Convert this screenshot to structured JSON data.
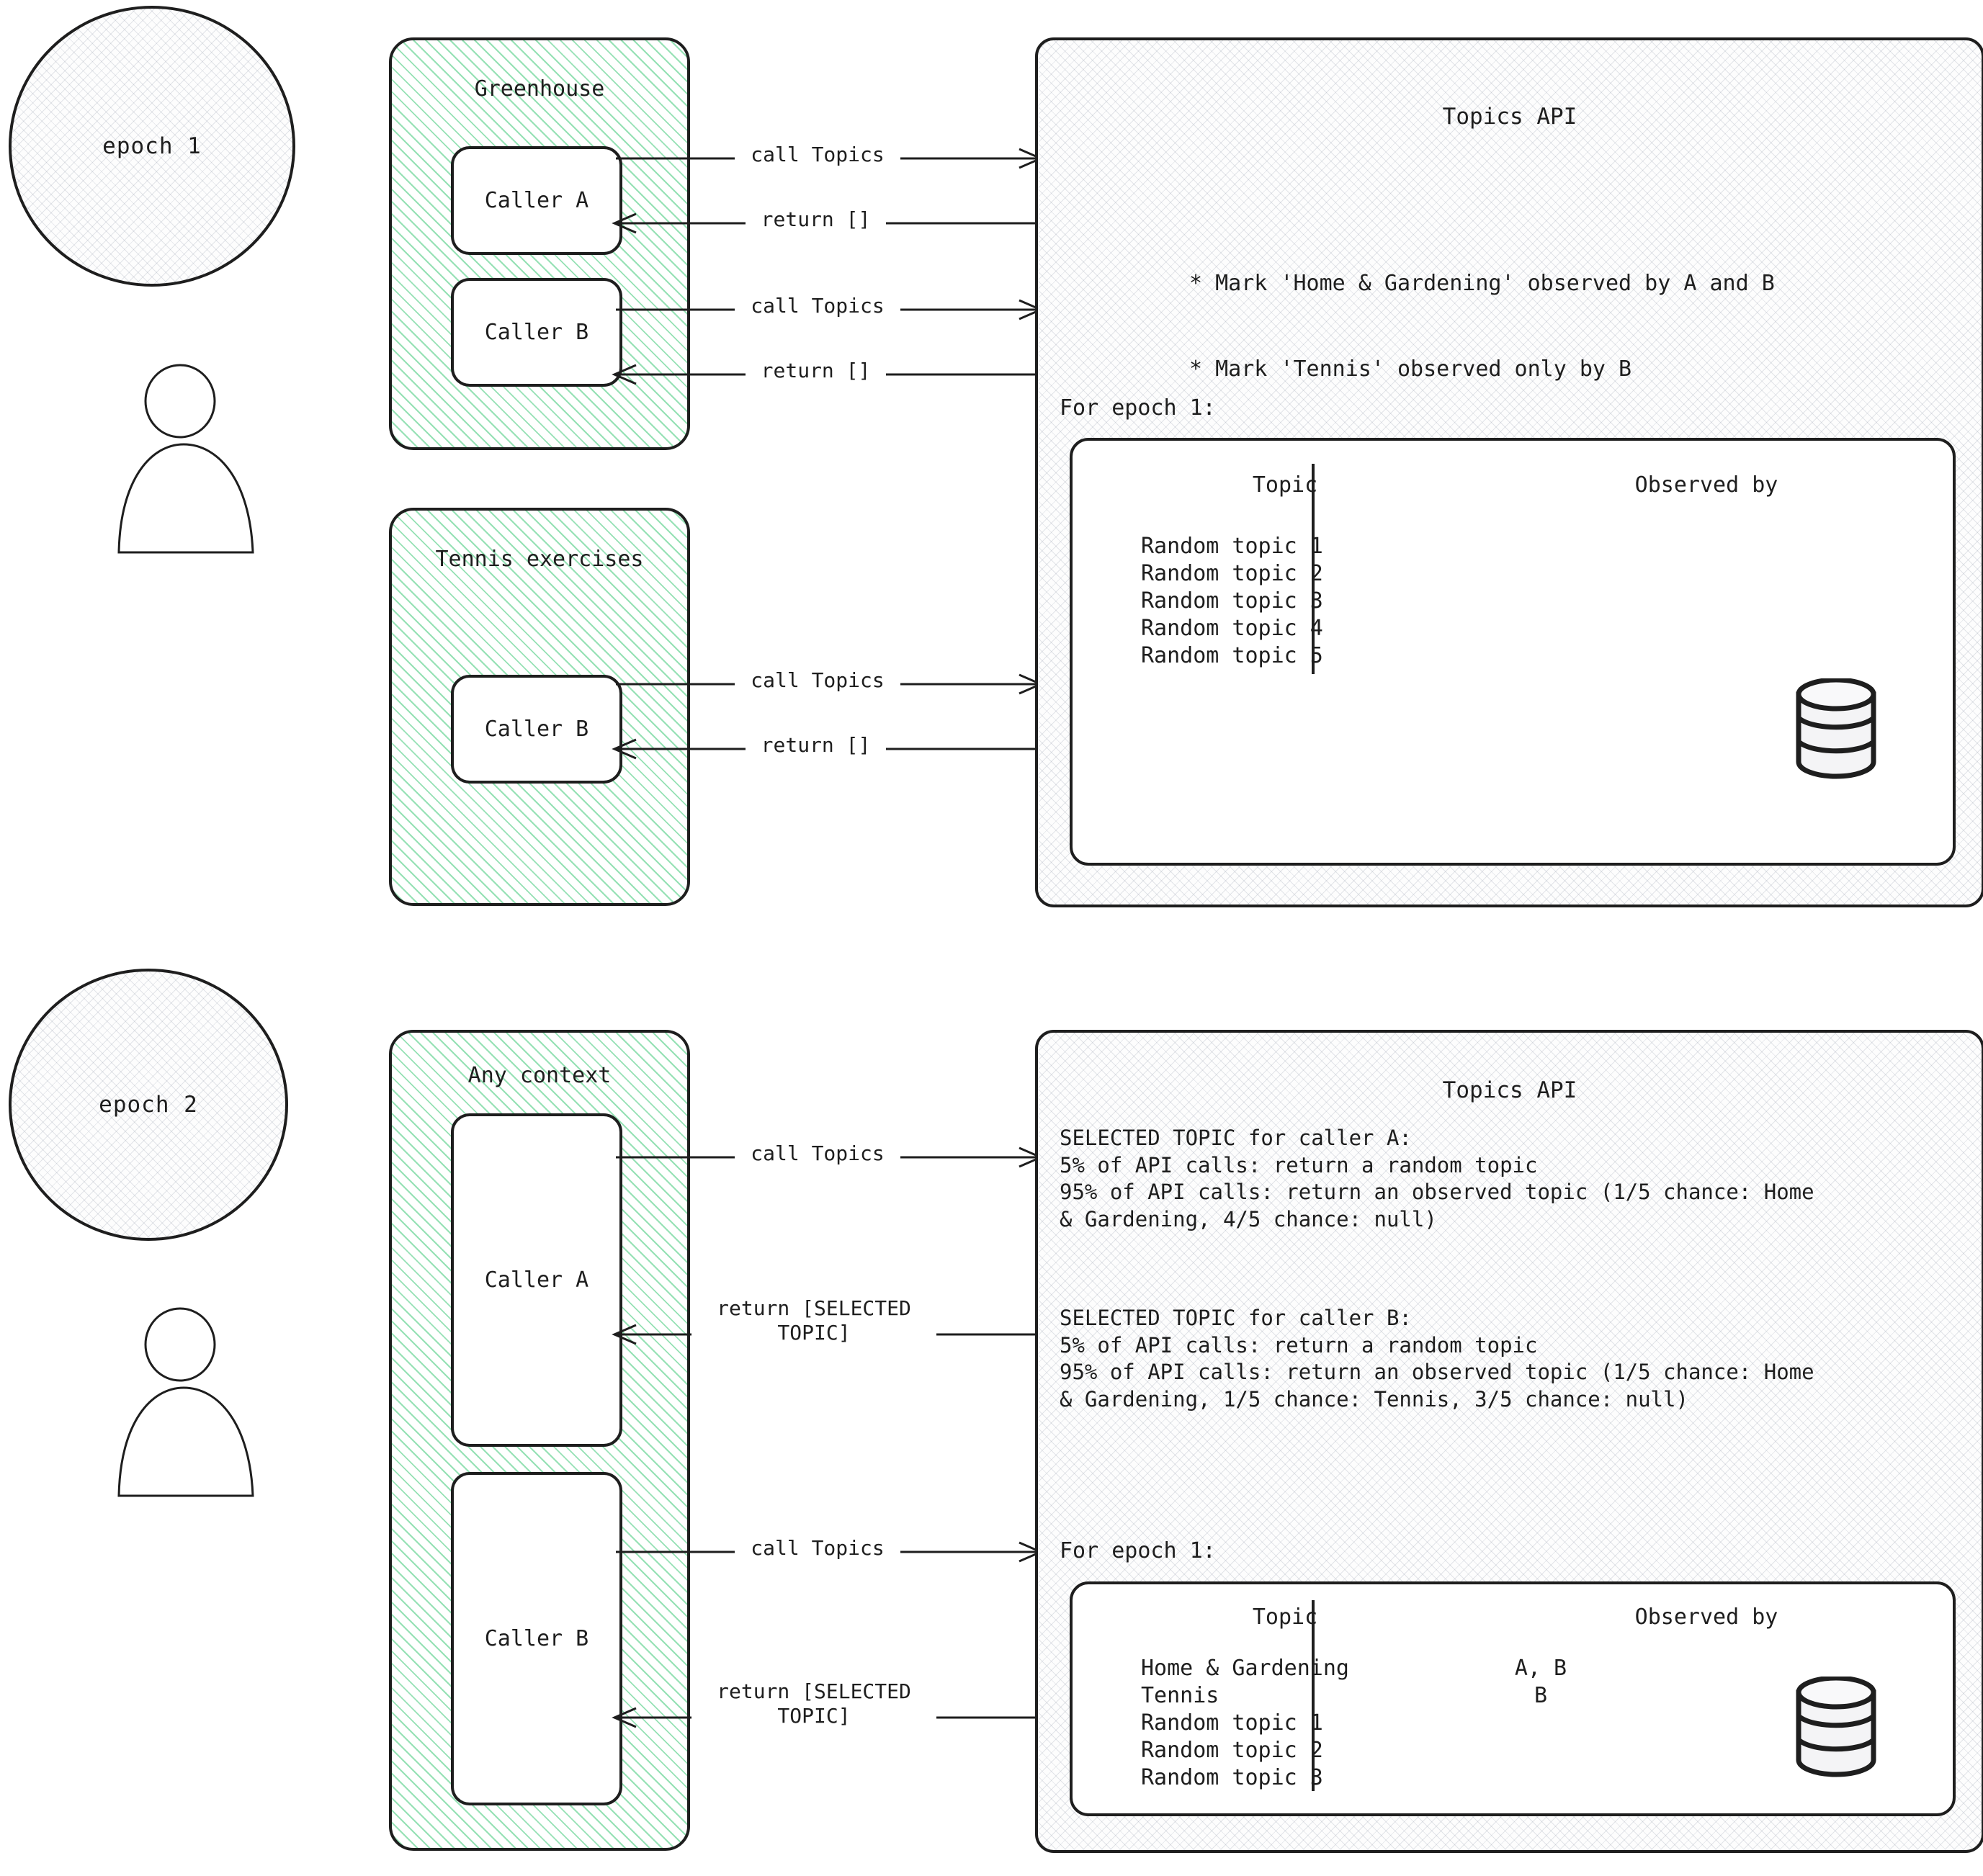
{
  "diagram": {
    "title": "Topics API epochs diagram",
    "colors": {
      "ink": "#1e1e1e",
      "context_green": "#40c878",
      "panel_grey": "#fdfdfd",
      "page_background": "#ffffff"
    }
  },
  "epoch1": {
    "bubble_label": "epoch 1",
    "actor_icon": "person-icon",
    "contexts": [
      {
        "title": "Greenhouse",
        "callers": [
          {
            "label": "Caller A",
            "request_label": "call Topics",
            "response_label": "return []"
          },
          {
            "label": "Caller B",
            "request_label": "call Topics",
            "response_label": "return []"
          }
        ]
      },
      {
        "title": "Tennis exercises",
        "callers": [
          {
            "label": "Caller B",
            "request_label": "call Topics",
            "response_label": "return []"
          }
        ]
      }
    ],
    "api": {
      "title": "Topics API",
      "bullets": [
        "* Mark 'Home & Gardening' observed by A and B",
        "* Mark 'Tennis' observed only by B"
      ],
      "table_caption": "For epoch 1:",
      "table": {
        "columns": [
          "Topic",
          "Observed by"
        ],
        "rows": [
          {
            "topic": "Random topic 1",
            "observed_by": ""
          },
          {
            "topic": "Random topic 2",
            "observed_by": ""
          },
          {
            "topic": "Random topic 3",
            "observed_by": ""
          },
          {
            "topic": "Random topic 4",
            "observed_by": ""
          },
          {
            "topic": "Random topic 5",
            "observed_by": ""
          }
        ],
        "storage_icon": "database-icon"
      }
    }
  },
  "epoch2": {
    "bubble_label": "epoch 2",
    "actor_icon": "person-icon",
    "contexts": [
      {
        "title": "Any context",
        "callers": [
          {
            "label": "Caller A",
            "request_label": "call Topics",
            "response_label": "return [SELECTED\nTOPIC]"
          },
          {
            "label": "Caller B",
            "request_label": "call Topics",
            "response_label": "return [SELECTED\nTOPIC]"
          }
        ]
      }
    ],
    "api": {
      "title": "Topics API",
      "blocks": [
        {
          "heading": "SELECTED TOPIC for caller A:",
          "lines": [
            "5% of API calls: return a random topic",
            "95% of API calls: return an observed topic (1/5 chance: Home",
            "& Gardening, 4/5 chance: null)"
          ]
        },
        {
          "heading": "SELECTED TOPIC for caller B:",
          "lines": [
            "5% of API calls: return a random topic",
            "95% of API calls: return an observed topic (1/5 chance: Home",
            "& Gardening, 1/5 chance: Tennis,  3/5 chance: null)"
          ]
        }
      ],
      "table_caption": "For epoch 1:",
      "table": {
        "columns": [
          "Topic",
          "Observed by"
        ],
        "rows": [
          {
            "topic": "Home & Gardening",
            "observed_by": "A, B"
          },
          {
            "topic": "Tennis",
            "observed_by": "B"
          },
          {
            "topic": "Random topic 1",
            "observed_by": ""
          },
          {
            "topic": "Random topic 2",
            "observed_by": ""
          },
          {
            "topic": "Random topic 3",
            "observed_by": ""
          }
        ],
        "storage_icon": "database-icon"
      }
    }
  }
}
